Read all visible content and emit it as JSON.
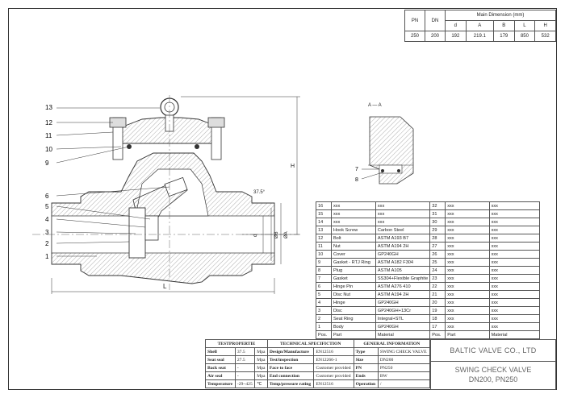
{
  "dimensions": {
    "header_pn": "PN",
    "header_dn": "DN",
    "header_main": "Main Dimension (mm)",
    "subheaders": [
      "d",
      "A",
      "B",
      "L",
      "H"
    ],
    "row": [
      "250",
      "200",
      "192",
      "219.1",
      "179",
      "850",
      "532"
    ]
  },
  "drawing": {
    "section_label": "A — A",
    "dim_l": "L",
    "dim_h": "H",
    "dim_d": "d",
    "dim_b": "ØB",
    "dim_a": "ØA",
    "angle": "37.5°",
    "balloons": [
      "13",
      "12",
      "11",
      "10",
      "9",
      "6",
      "5",
      "4",
      "3",
      "2",
      "1"
    ],
    "detail_balloons": [
      "7",
      "8"
    ]
  },
  "parts": {
    "col_pos": "Pos.",
    "col_part": "Part",
    "col_material": "Material",
    "left": [
      [
        "16",
        "xxx",
        "xxx"
      ],
      [
        "15",
        "xxx",
        "xxx"
      ],
      [
        "14",
        "xxx",
        "xxx"
      ],
      [
        "13",
        "Hook Screw",
        "Carbon Steel"
      ],
      [
        "12",
        "Bolt",
        "ASTM A193 B7"
      ],
      [
        "11",
        "Nut",
        "ASTM A194 2H"
      ],
      [
        "10",
        "Cover",
        "GP240GH"
      ],
      [
        "9",
        "Gasket - RTJ Ring",
        "ASTM A182 F304"
      ],
      [
        "8",
        "Plug",
        "ASTM A105"
      ],
      [
        "7",
        "Gasket",
        "SS304+Flexible Graphite"
      ],
      [
        "6",
        "Hinge Pin",
        "ASTM A276 410"
      ],
      [
        "5",
        "Disc Nut",
        "ASTM A194 2H"
      ],
      [
        "4",
        "Hinge",
        "GP240GH"
      ],
      [
        "3",
        "Disc",
        "GP240GH+13Cr"
      ],
      [
        "2",
        "Seat Ring",
        "Integral+STL"
      ],
      [
        "1",
        "Body",
        "GP240GH"
      ]
    ],
    "right": [
      [
        "32",
        "xxx",
        "xxx"
      ],
      [
        "31",
        "xxx",
        "xxx"
      ],
      [
        "30",
        "xxx",
        "xxx"
      ],
      [
        "29",
        "xxx",
        "xxx"
      ],
      [
        "28",
        "xxx",
        "xxx"
      ],
      [
        "27",
        "xxx",
        "xxx"
      ],
      [
        "26",
        "xxx",
        "xxx"
      ],
      [
        "25",
        "xxx",
        "xxx"
      ],
      [
        "24",
        "xxx",
        "xxx"
      ],
      [
        "23",
        "xxx",
        "xxx"
      ],
      [
        "22",
        "xxx",
        "xxx"
      ],
      [
        "21",
        "xxx",
        "xxx"
      ],
      [
        "20",
        "xxx",
        "xxx"
      ],
      [
        "19",
        "xxx",
        "xxx"
      ],
      [
        "18",
        "xxx",
        "xxx"
      ],
      [
        "17",
        "xxx",
        "xxx"
      ]
    ]
  },
  "technical": {
    "headers": [
      "TESTPROPERTIE",
      "TECHNICAL SPECIFICTION",
      "GENERAL INFORMATION"
    ],
    "rows": [
      [
        "Shell",
        "37.5",
        "Mpa",
        "Design/Manufacture",
        "EN12516",
        "Type",
        "SWING CHECK VALVE"
      ],
      [
        "Seat seal",
        "27.5",
        "Mpa",
        "Test/inspection",
        "EN12266-1",
        "Size",
        "DN200"
      ],
      [
        "Back seat",
        "-",
        "Mpa",
        "Face to face",
        "Customer provided",
        "PN",
        "PN250"
      ],
      [
        "Air seal",
        "-",
        "Mpa",
        "End connection",
        "Customer provided",
        "Ends",
        "BW"
      ],
      [
        "Temperature",
        "-29~425",
        "℃",
        "Temp/pressure rating",
        "EN12516",
        "Operation",
        "/"
      ]
    ]
  },
  "title_block": {
    "company": "BALTIC VALVE CO., LTD",
    "product": "SWING CHECK VALVE",
    "model": "DN200, PN250"
  }
}
